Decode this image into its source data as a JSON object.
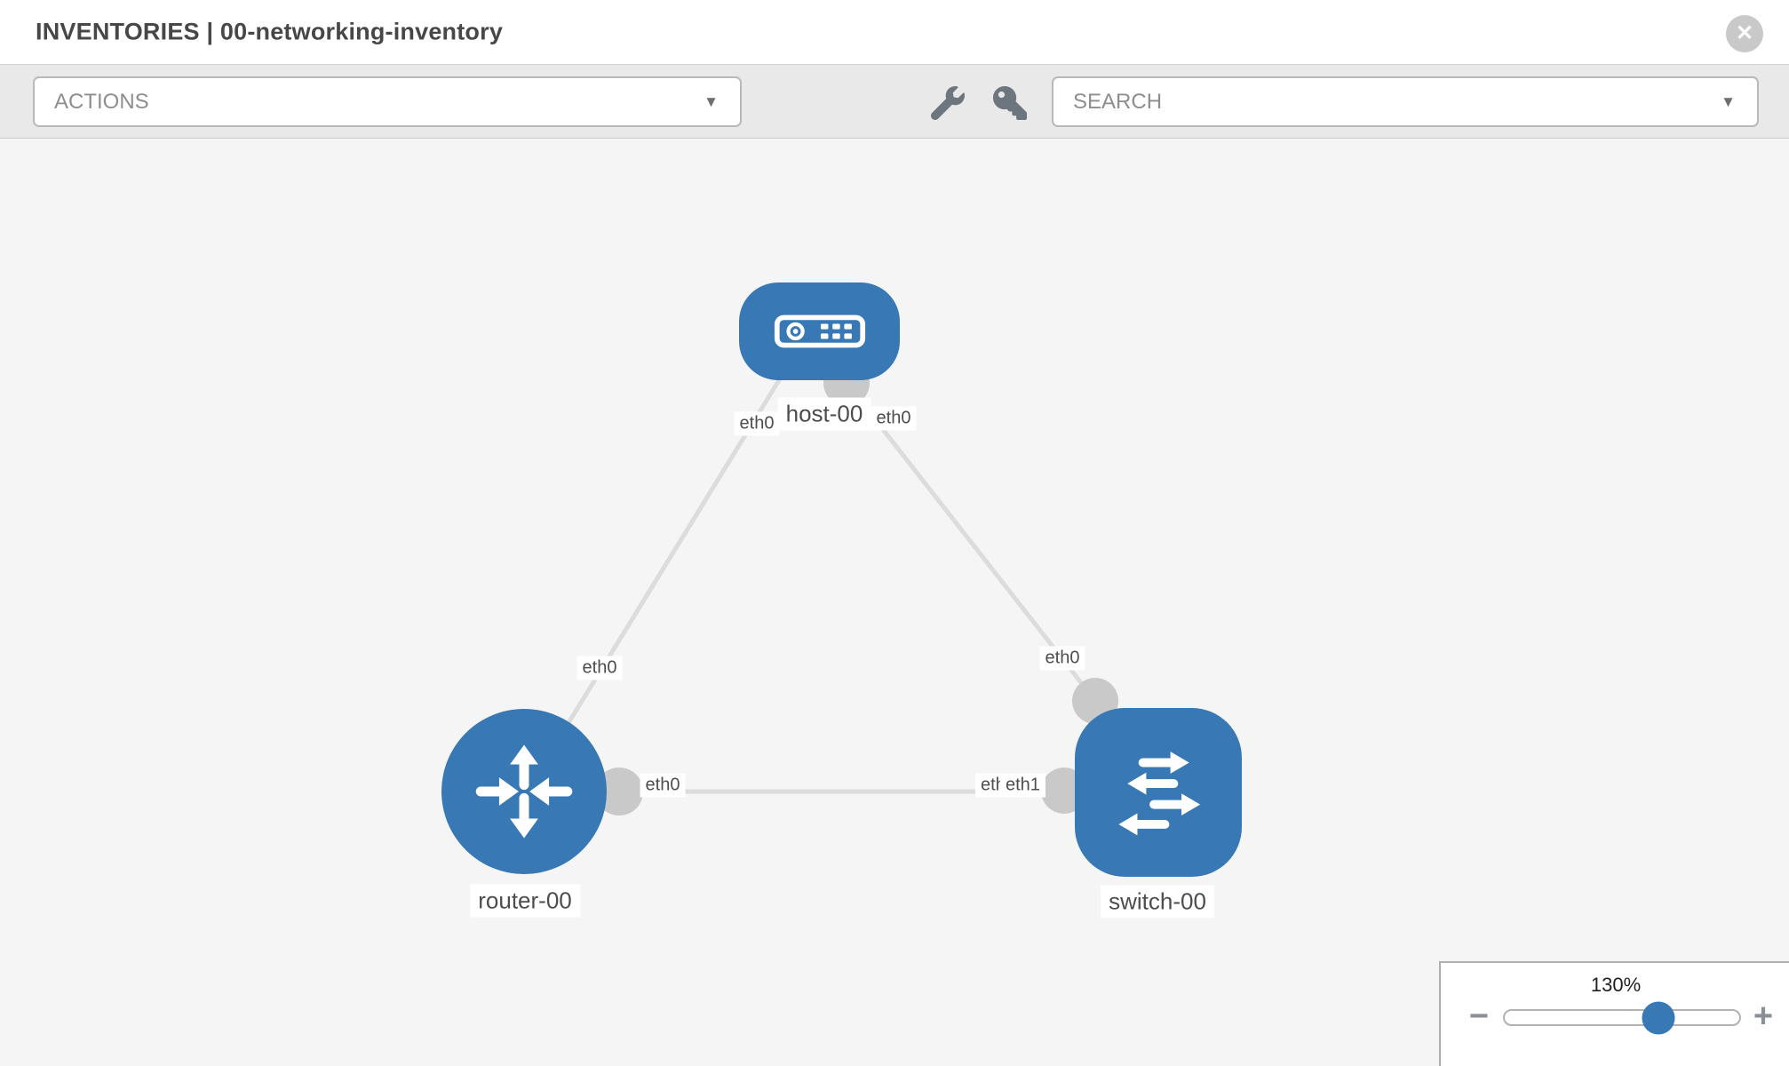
{
  "header": {
    "title": "INVENTORIES | 00-networking-inventory",
    "close_icon": "circle-x"
  },
  "toolbar": {
    "actions_label": "ACTIONS",
    "search_placeholder": "SEARCH",
    "tools": [
      {
        "name": "wrench"
      },
      {
        "name": "key"
      }
    ]
  },
  "icons": {
    "chevron_down": "▼",
    "close": "✕",
    "minus": "−",
    "plus": "+"
  },
  "diagram": {
    "nodes": [
      {
        "id": "host-00",
        "label": "host-00",
        "type": "host"
      },
      {
        "id": "router-00",
        "label": "router-00",
        "type": "router"
      },
      {
        "id": "switch-00",
        "label": "switch-00",
        "type": "switch"
      }
    ],
    "links": [
      {
        "source": "host-00",
        "target": "router-00",
        "source_interface": "eth0",
        "target_interface": "eth0"
      },
      {
        "source": "host-00",
        "target": "switch-00",
        "source_interface": "eth0",
        "target_interface": "eth0"
      },
      {
        "source": "router-00",
        "target": "switch-00",
        "source_interface": "eth0",
        "target_interface": "eth1"
      }
    ]
  },
  "zoom_control": {
    "value_label": "130%",
    "percent": 130
  },
  "colors": {
    "node_blue": "#3879b5",
    "link_gray": "#dcdcdc",
    "interface_gray": "#c9c9c9",
    "canvas_bg": "#f5f5f5",
    "toolbar_bg": "#e9e9e9"
  }
}
